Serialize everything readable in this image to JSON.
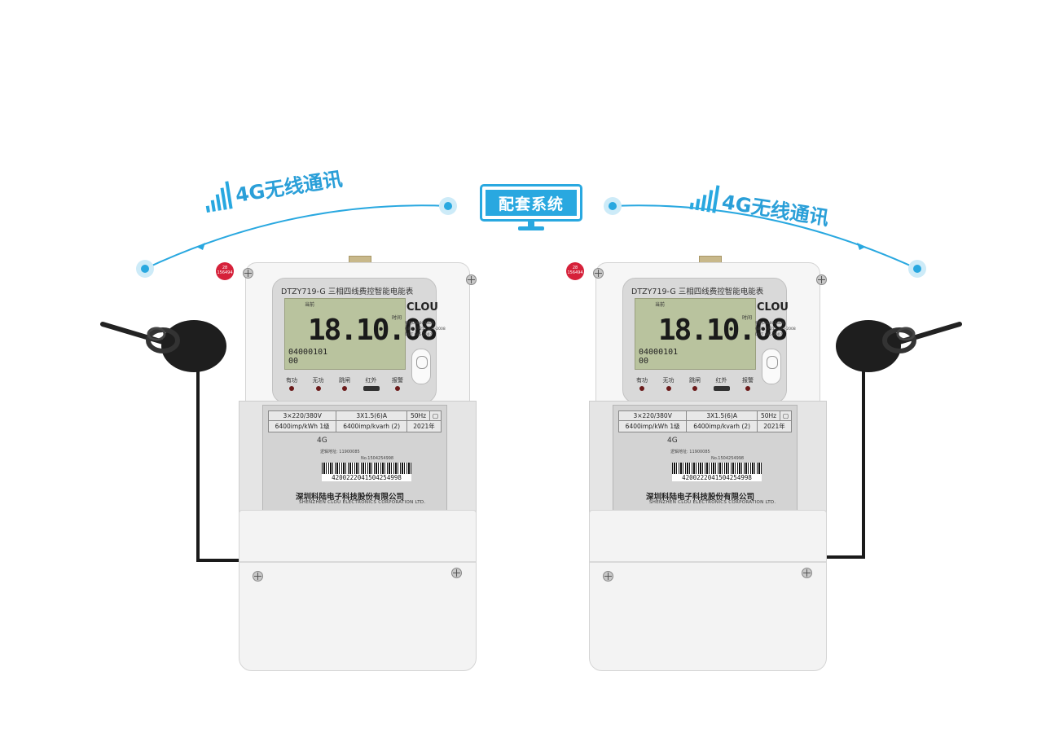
{
  "center_label": "配套系统",
  "wireless_label_left": "4G无线通讯",
  "wireless_label_right": "4G无线通讯",
  "colors": {
    "accent": "#29a8e0",
    "seal": "#d6213a"
  },
  "meters": [
    {
      "model_title": "DTZY719-G 三相四线费控智能电能表",
      "lcd_top": "当前",
      "lcd_time": "时间",
      "lcd_main": "18.10.08",
      "lcd_code": "04000101",
      "lcd_code2": "00",
      "logo": "CLOU",
      "spec_lines": [
        "粤制00000346号",
        "GB/T 17215.321-2008",
        "DL/T 645-2007"
      ],
      "indicators": [
        "有功",
        "无功",
        "跳闸",
        "红外",
        "报警"
      ],
      "rating": {
        "voltage": "3×220/380V",
        "current": "3X1.5(6)A",
        "frequency": "50Hz",
        "active_const": "6400imp/kWh",
        "active_class": "1级",
        "reactive_const": "6400imp/kvarh",
        "reactive_class": "2",
        "year": "2021年"
      },
      "comm": "4G",
      "address": "逻辑地址: 11900085",
      "serial_no": "No.1504254998",
      "barcode": "4200222041504254998",
      "company": "深圳科陆电子科技股份有限公司",
      "company_en": "SHENZHEN CLOU ELECTRONICS CORPORATION LTD.",
      "seal_text": [
        "28",
        "156494"
      ]
    },
    {
      "model_title": "DTZY719-G 三相四线费控智能电能表",
      "lcd_top": "当前",
      "lcd_time": "时间",
      "lcd_main": "18.10.08",
      "lcd_code": "04000101",
      "lcd_code2": "00",
      "logo": "CLOU",
      "spec_lines": [
        "粤制00000346号",
        "GB/T 17215.321-2008",
        "DL/T 645-2007"
      ],
      "indicators": [
        "有功",
        "无功",
        "跳闸",
        "红外",
        "报警"
      ],
      "rating": {
        "voltage": "3×220/380V",
        "current": "3X1.5(6)A",
        "frequency": "50Hz",
        "active_const": "6400imp/kWh",
        "active_class": "1级",
        "reactive_const": "6400imp/kvarh",
        "reactive_class": "2",
        "year": "2021年"
      },
      "comm": "4G",
      "address": "逻辑地址: 11900085",
      "serial_no": "No.1504254998",
      "barcode": "4200222041504254998",
      "company": "深圳科陆电子科技股份有限公司",
      "company_en": "SHENZHEN CLOU ELECTRONICS CORPORATION LTD.",
      "seal_text": [
        "28",
        "156494"
      ]
    }
  ]
}
